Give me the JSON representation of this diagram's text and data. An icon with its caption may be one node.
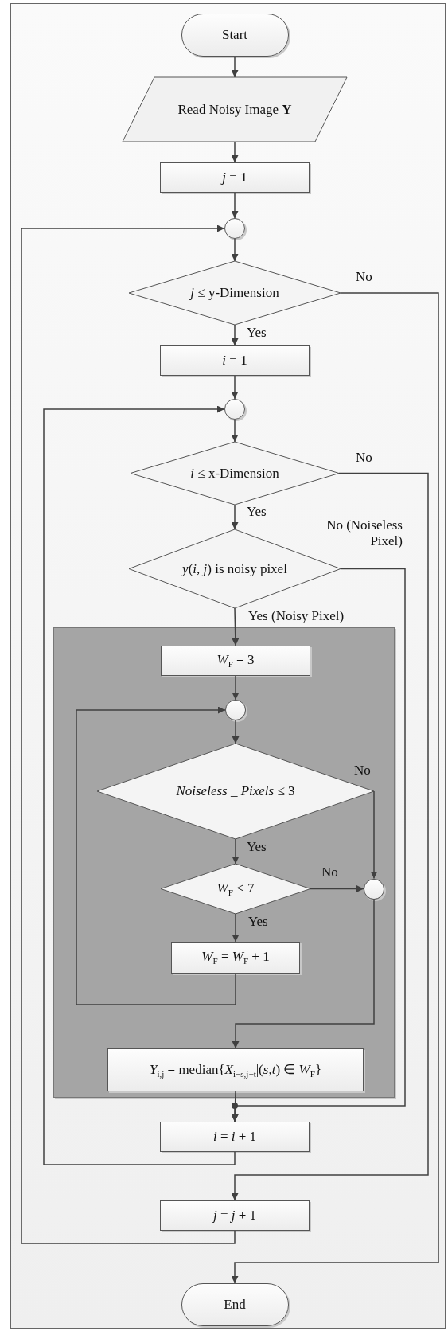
{
  "diagram": {
    "nodes": [
      {
        "text": [
          "Start"
        ]
      },
      {
        "text": [
          "Read Noisy Image **Y**"
        ]
      },
      {
        "text": [
          "*j* = 1"
        ]
      },
      {
        "text": [],
        "shape": "circle"
      },
      {
        "text": [
          "*j* ≤ y-Dimension"
        ]
      },
      {
        "text": [
          "*i* = 1"
        ]
      },
      {
        "text": [],
        "shape": "circle"
      },
      {
        "text": [
          "*i* ≤ x-Dimension"
        ]
      },
      {
        "text": [
          "*y*(*i*, *j*) is noisy pixel"
        ]
      },
      {
        "text": [],
        "shape": "box"
      },
      {
        "text": [
          "*W*$_{F}$ = 3"
        ],
        "in": 9
      },
      {
        "text": [],
        "shape": "circle",
        "in": 9
      },
      {
        "text": [
          "*Noiseless _ Pixels* ≤ 3"
        ],
        "in": 9
      },
      {
        "text": [
          "*W*$_{F}$ < 7"
        ],
        "in": 9
      },
      {
        "text": [],
        "shape": "circle",
        "in": 9
      },
      {
        "text": [
          "*W*$_{F}$ = *W*$_{F}$ + 1"
        ],
        "in": 9
      },
      {
        "text": [
          "*Y*$_{i,j}$ = median{*X*$_{i−s,j−t}$|(*s*,*t*) ∈ *W*$_{F}$}"
        ],
        "in": 9
      },
      {
        "text": [
          "*i* = *i* + 1"
        ]
      },
      {
        "text": [
          "*j* = *j* + 1"
        ]
      },
      {
        "text": [
          "End"
        ]
      }
    ],
    "edges": [
      {
        "from": 0,
        "to": 1,
        "arrow": "to"
      },
      {
        "from": 1,
        "to": 2,
        "arrow": "to"
      },
      {
        "from": 2,
        "to": 3,
        "arrow": "to"
      },
      {
        "from": 3,
        "to": 4,
        "arrow": "to"
      },
      {
        "from": 4,
        "to": 5,
        "arrow": "to",
        "label": "Yes"
      },
      {
        "from": 4,
        "to": 19,
        "arrow": "to",
        "label": "No"
      },
      {
        "from": 5,
        "to": 6,
        "arrow": "to"
      },
      {
        "from": 6,
        "to": 7,
        "arrow": "to"
      },
      {
        "from": 7,
        "to": 8,
        "arrow": "to",
        "label": "Yes"
      },
      {
        "from": 7,
        "to": 18,
        "arrow": "to",
        "label": "No"
      },
      {
        "from": 8,
        "to": 10,
        "arrow": "to",
        "label": "Yes (Noisy Pixel)"
      },
      {
        "from": 8,
        "to": 17,
        "arrow": "to",
        "label": "No (Noiseless Pixel)"
      },
      {
        "from": 10,
        "to": 11,
        "arrow": "to"
      },
      {
        "from": 11,
        "to": 12,
        "arrow": "to"
      },
      {
        "from": 12,
        "to": 13,
        "arrow": "to",
        "label": "Yes"
      },
      {
        "from": 12,
        "to": 14,
        "arrow": "to",
        "label": "No"
      },
      {
        "from": 13,
        "to": 14,
        "arrow": "to",
        "label": "No"
      },
      {
        "from": 13,
        "to": 15,
        "arrow": "to",
        "label": "Yes"
      },
      {
        "from": 15,
        "to": 11,
        "arrow": "to"
      },
      {
        "from": 14,
        "to": 16,
        "arrow": "to"
      },
      {
        "from": 16,
        "to": 17,
        "arrow": "to"
      },
      {
        "from": 17,
        "to": 6,
        "arrow": "to"
      },
      {
        "from": 18,
        "to": 3,
        "arrow": "to"
      }
    ]
  }
}
